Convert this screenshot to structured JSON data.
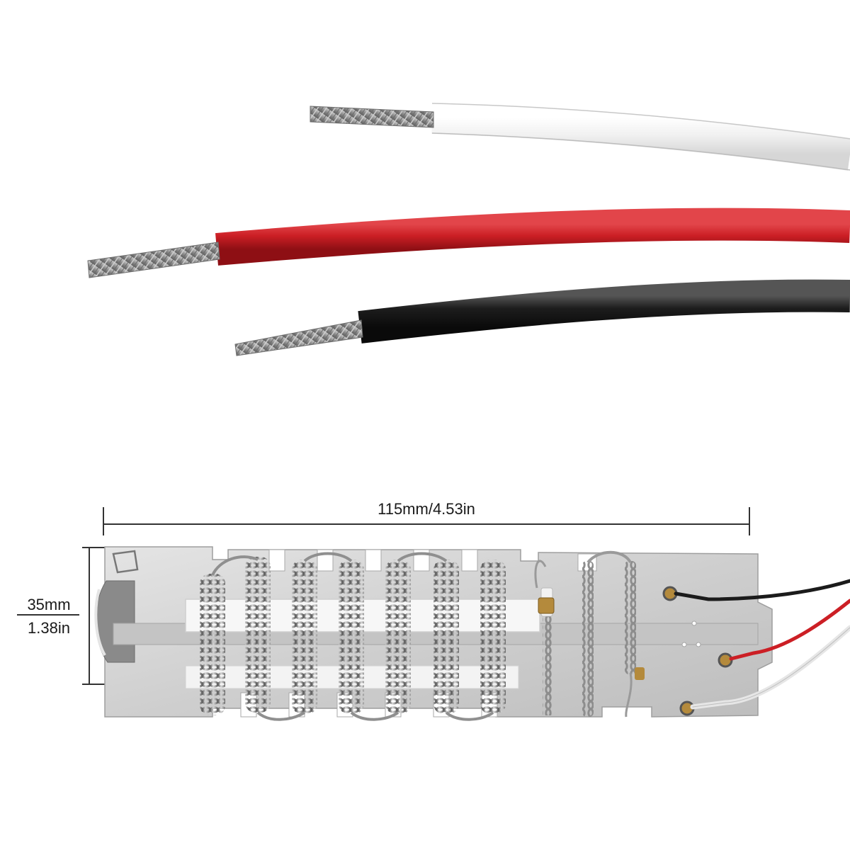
{
  "dimensions": {
    "length": "115mm/4.53in",
    "height_mm": "35mm",
    "height_in": "1.38in"
  },
  "colors": {
    "background": "#ffffff",
    "wire_white": "#f2f2f2",
    "wire_red": "#cc1f25",
    "wire_black": "#1b1b1b",
    "strand_metal": "#8c8c8c",
    "mica_plate": "#d3d3d3",
    "coil_metal": "#9a9a9a",
    "ceramic": "#f7f7f7",
    "brass": "#b48a3c",
    "dimension_line": "#333333"
  }
}
